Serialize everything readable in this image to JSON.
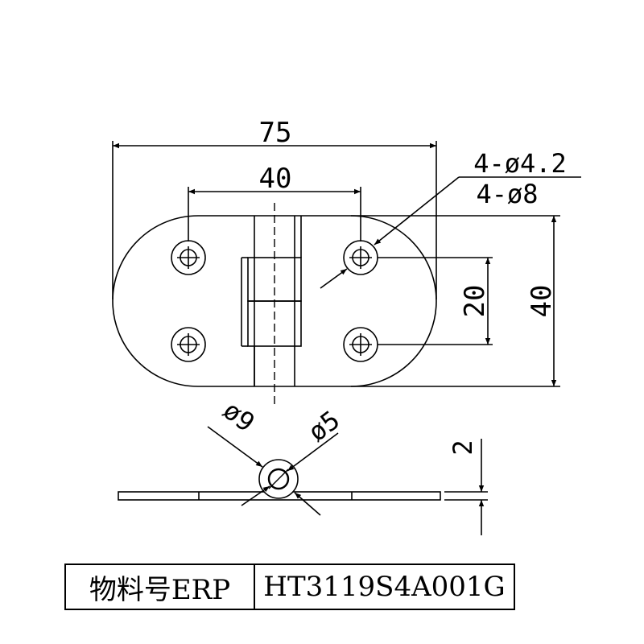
{
  "dimensions": {
    "overall_length": "75",
    "hole_spacing_horizontal": "40",
    "hole_spec_small": "4-ø4.2",
    "hole_spec_large": "4-ø8",
    "hole_spacing_vertical": "20",
    "overall_width": "40",
    "knuckle_outer_diameter": "ø9",
    "pin_diameter": "ø5",
    "leaf_thickness": "2"
  },
  "title_block": {
    "label": "物料号ERP",
    "value": "HT3119S4A001G"
  }
}
